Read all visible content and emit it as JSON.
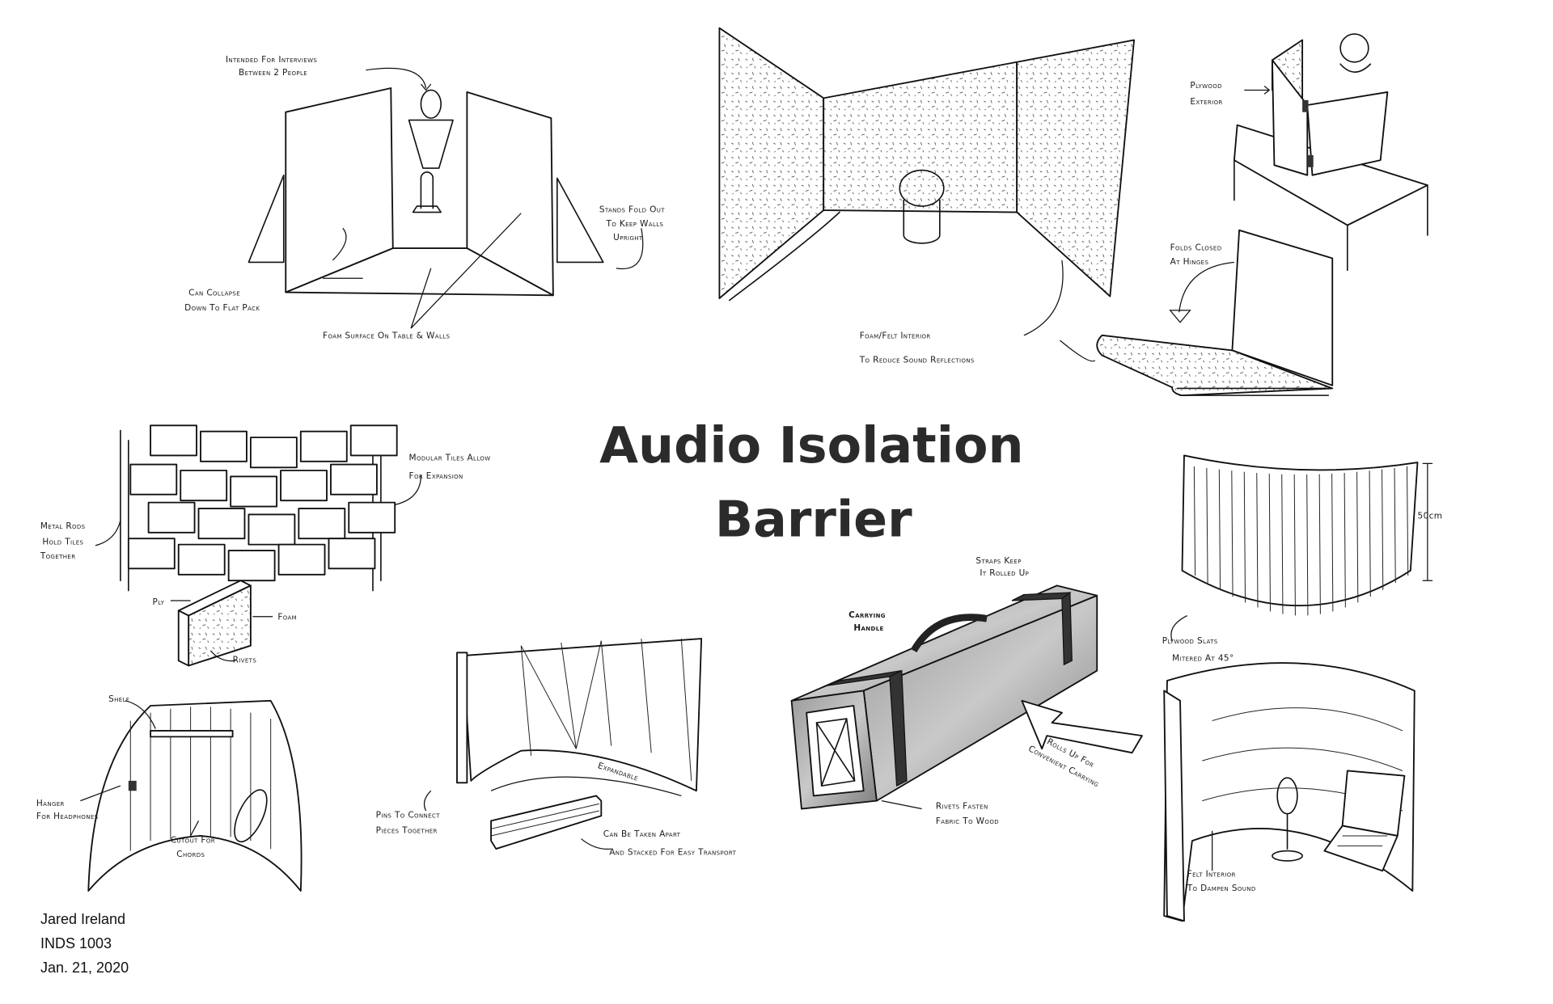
{
  "title": {
    "line1": "Audio Isolation",
    "line2": "Barrier"
  },
  "footer": {
    "author": "Jared Ireland",
    "course": "INDS 1003",
    "date": "Jan. 21, 2020"
  },
  "annotations": {
    "interviews": [
      "Intended For Interviews",
      "Between 2 People"
    ],
    "collapse": [
      "Can Collapse",
      "Down To Flat Pack"
    ],
    "foam_surface": [
      "Foam Surface On Table & Walls"
    ],
    "stands": [
      "Stands Fold Out",
      "To Keep Walls",
      "Upright"
    ],
    "foam_felt": [
      "Foam/Felt Interior",
      "To Reduce Sound Reflections"
    ],
    "plywood_exterior": [
      "Plywood",
      "Exterior"
    ],
    "folds_closed": [
      "Folds Closed",
      "At Hinges"
    ],
    "modular_tiles": [
      "Modular Tiles Allow",
      "For Expansion"
    ],
    "metal_rods": [
      "Metal Rods",
      "Hold Tiles",
      "Together"
    ],
    "ply": [
      "Ply"
    ],
    "foam": [
      "Foam"
    ],
    "rivets": [
      "Rivets"
    ],
    "shelf": [
      "Shelf"
    ],
    "hanger": [
      "Hanger",
      "For Headphones"
    ],
    "cutout": [
      "Cutout For",
      "Chords"
    ],
    "pins": [
      "Pins To Connect",
      "Pieces Together"
    ],
    "expandable": [
      "Expandable"
    ],
    "taken_apart": [
      "Can Be Taken Apart",
      "And Stacked For Easy Transport"
    ],
    "straps": [
      "Straps Keep",
      "It Rolled Up"
    ],
    "handle": [
      "Carrying",
      "Handle"
    ],
    "rivets_fasten": [
      "Rivets Fasten",
      "Fabric To Wood"
    ],
    "rolls_up": [
      "Rolls Up For",
      "Convenient Carrying"
    ],
    "height": [
      "50cm"
    ],
    "plywood_slats": [
      "Plywood Slats",
      "Mitered At 45°"
    ],
    "felt_interior": [
      "Felt Interior",
      "To Dampen Sound"
    ]
  }
}
